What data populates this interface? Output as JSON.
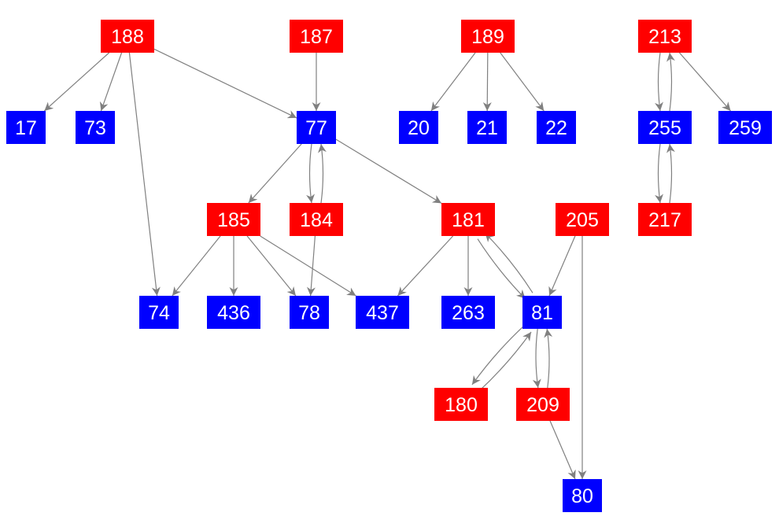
{
  "colors": {
    "red": "#ff0000",
    "blue": "#0000ff",
    "edge": "#808080"
  },
  "nodes": [
    {
      "id": "188",
      "kind": "red"
    },
    {
      "id": "187",
      "kind": "red"
    },
    {
      "id": "189",
      "kind": "red"
    },
    {
      "id": "213",
      "kind": "red"
    },
    {
      "id": "17",
      "kind": "blue"
    },
    {
      "id": "73",
      "kind": "blue"
    },
    {
      "id": "77",
      "kind": "blue"
    },
    {
      "id": "20",
      "kind": "blue"
    },
    {
      "id": "21",
      "kind": "blue"
    },
    {
      "id": "22",
      "kind": "blue"
    },
    {
      "id": "255",
      "kind": "blue"
    },
    {
      "id": "259",
      "kind": "blue"
    },
    {
      "id": "185",
      "kind": "red"
    },
    {
      "id": "184",
      "kind": "red"
    },
    {
      "id": "181",
      "kind": "red"
    },
    {
      "id": "205",
      "kind": "red"
    },
    {
      "id": "217",
      "kind": "red"
    },
    {
      "id": "74",
      "kind": "blue"
    },
    {
      "id": "436",
      "kind": "blue"
    },
    {
      "id": "78",
      "kind": "blue"
    },
    {
      "id": "437",
      "kind": "blue"
    },
    {
      "id": "263",
      "kind": "blue"
    },
    {
      "id": "81",
      "kind": "blue"
    },
    {
      "id": "180",
      "kind": "red"
    },
    {
      "id": "209",
      "kind": "red"
    },
    {
      "id": "80",
      "kind": "blue"
    }
  ],
  "edges": [
    [
      "188",
      "17"
    ],
    [
      "188",
      "73"
    ],
    [
      "188",
      "74"
    ],
    [
      "188",
      "77"
    ],
    [
      "187",
      "77"
    ],
    [
      "189",
      "20"
    ],
    [
      "189",
      "21"
    ],
    [
      "189",
      "22"
    ],
    [
      "213",
      "255"
    ],
    [
      "255",
      "213"
    ],
    [
      "213",
      "259"
    ],
    [
      "255",
      "217"
    ],
    [
      "217",
      "255"
    ],
    [
      "77",
      "185"
    ],
    [
      "77",
      "184"
    ],
    [
      "184",
      "77"
    ],
    [
      "77",
      "181"
    ],
    [
      "185",
      "74"
    ],
    [
      "185",
      "436"
    ],
    [
      "185",
      "78"
    ],
    [
      "185",
      "437"
    ],
    [
      "184",
      "78"
    ],
    [
      "181",
      "437"
    ],
    [
      "181",
      "263"
    ],
    [
      "181",
      "81"
    ],
    [
      "81",
      "181"
    ],
    [
      "205",
      "81"
    ],
    [
      "205",
      "80"
    ],
    [
      "81",
      "180"
    ],
    [
      "180",
      "81"
    ],
    [
      "81",
      "209"
    ],
    [
      "209",
      "81"
    ],
    [
      "209",
      "80"
    ]
  ]
}
